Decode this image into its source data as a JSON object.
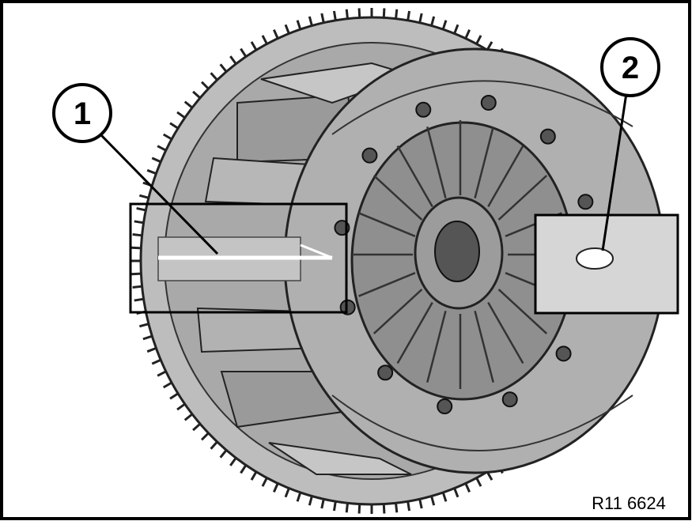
{
  "figure": {
    "callouts": [
      {
        "label": "1"
      },
      {
        "label": "2"
      }
    ],
    "figure_code": "R11 6624"
  },
  "colors": {
    "background": "#ffffff",
    "frame": "#000000",
    "metal_light": "#c9c9c9",
    "metal_mid": "#a6a6a6",
    "metal_dark": "#6e6e6e",
    "ink": "#111111"
  }
}
